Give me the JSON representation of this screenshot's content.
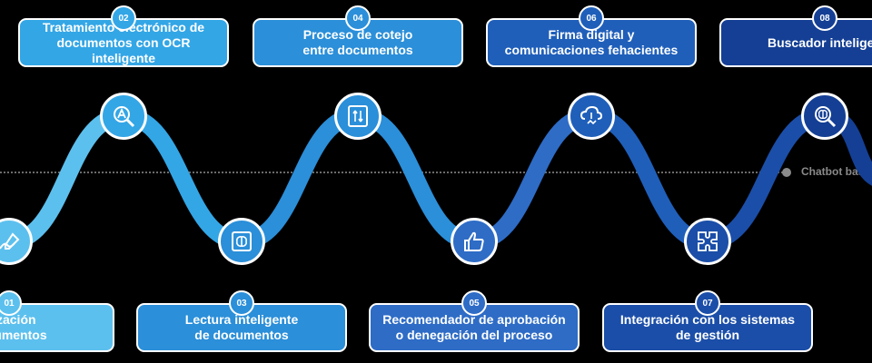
{
  "steps": [
    {
      "num": "01",
      "label": "alización\ndocumentos",
      "color": "#5cc0ee",
      "icon": "signature-icon"
    },
    {
      "num": "02",
      "label": "Tratamiento electrónico de\ndocumentos con OCR inteligente",
      "color": "#33a6e6",
      "icon": "ocr-magnifier-icon"
    },
    {
      "num": "03",
      "label": "Lectura inteligente\nde documentos",
      "color": "#2b8fd9",
      "icon": "brain-document-icon"
    },
    {
      "num": "04",
      "label": "Proceso de cotejo\nentre documentos",
      "color": "#2b8fd9",
      "icon": "compare-documents-icon"
    },
    {
      "num": "05",
      "label": "Recomendador de aprobación\no denegación del proceso",
      "color": "#2e6cc6",
      "icon": "thumbs-up-icon"
    },
    {
      "num": "06",
      "label": "Firma digital y\ncomunicaciones fehacientes",
      "color": "#1f5fba",
      "icon": "cloud-signature-icon"
    },
    {
      "num": "07",
      "label": "Integración con los sistemas\nde gestión",
      "color": "#1b4ea8",
      "icon": "puzzle-icon"
    },
    {
      "num": "08",
      "label": "Buscador inteligen",
      "color": "#143f94",
      "icon": "brain-search-icon"
    }
  ],
  "baseline_label": "Chatbot bas",
  "colors": {
    "background": "#000000",
    "text": "#ffffff",
    "baseline": "#6b6b6b"
  }
}
